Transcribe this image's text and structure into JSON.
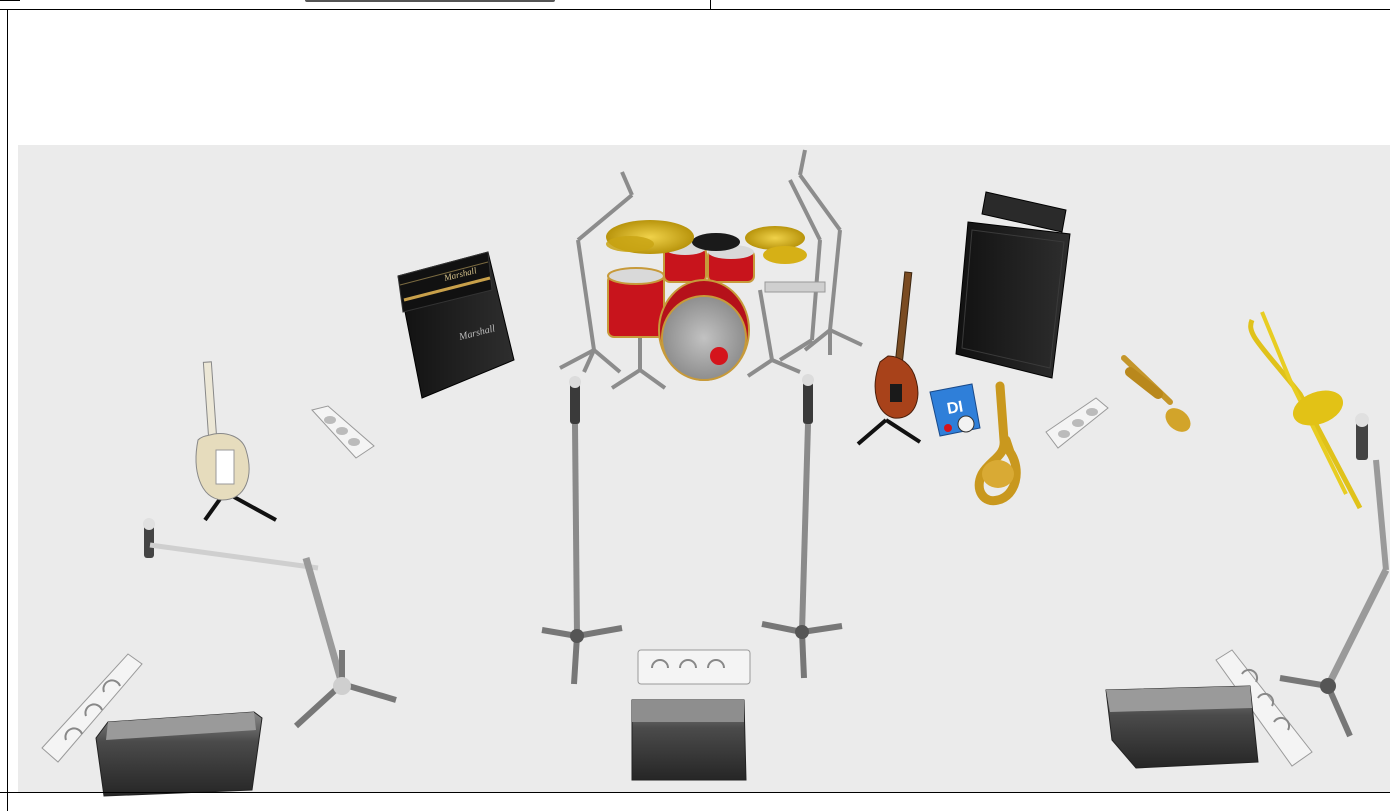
{
  "stage": {
    "amp_left_brand": "Marshall",
    "amp_left_cab_brand": "Marshall",
    "di_box_label": "DI"
  },
  "colors": {
    "floor": "#ebebeb",
    "drum_shell": "#c8141c",
    "cymbal": "#d9b418",
    "brass": "#d2a42a",
    "amp_body": "#1c1c1c",
    "di_box": "#2f7fd9"
  },
  "icons": [
    "electric-guitar-icon",
    "bass-guitar-icon",
    "drum-kit-icon",
    "guitar-amp-icon",
    "bass-amp-icon",
    "saxophone-icon",
    "trumpet-icon",
    "trombone-icon",
    "microphone-stand-icon",
    "boom-mic-stand-icon",
    "stage-monitor-icon",
    "power-strip-icon",
    "di-box-icon"
  ]
}
